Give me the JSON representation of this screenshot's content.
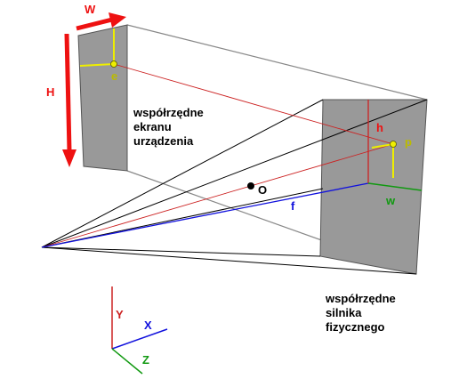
{
  "colors": {
    "red": "#ee1111",
    "dark_red": "#cc2222",
    "yellow": "#eeee00",
    "blue": "#1111dd",
    "green": "#119911",
    "gray_plane": "#999999",
    "black": "#000000"
  },
  "labels": {
    "W": "W",
    "H": "H",
    "e": "e",
    "h": "h",
    "p": "p",
    "w": "w",
    "f": "f",
    "O": "O",
    "X": "X",
    "Y": "Y",
    "Z": "Z"
  },
  "captions": {
    "device_screen": [
      "współrzędne",
      "ekranu",
      "urządzenia"
    ],
    "physics_engine": [
      "współrzędne",
      "silnika",
      "fizycznego"
    ]
  }
}
